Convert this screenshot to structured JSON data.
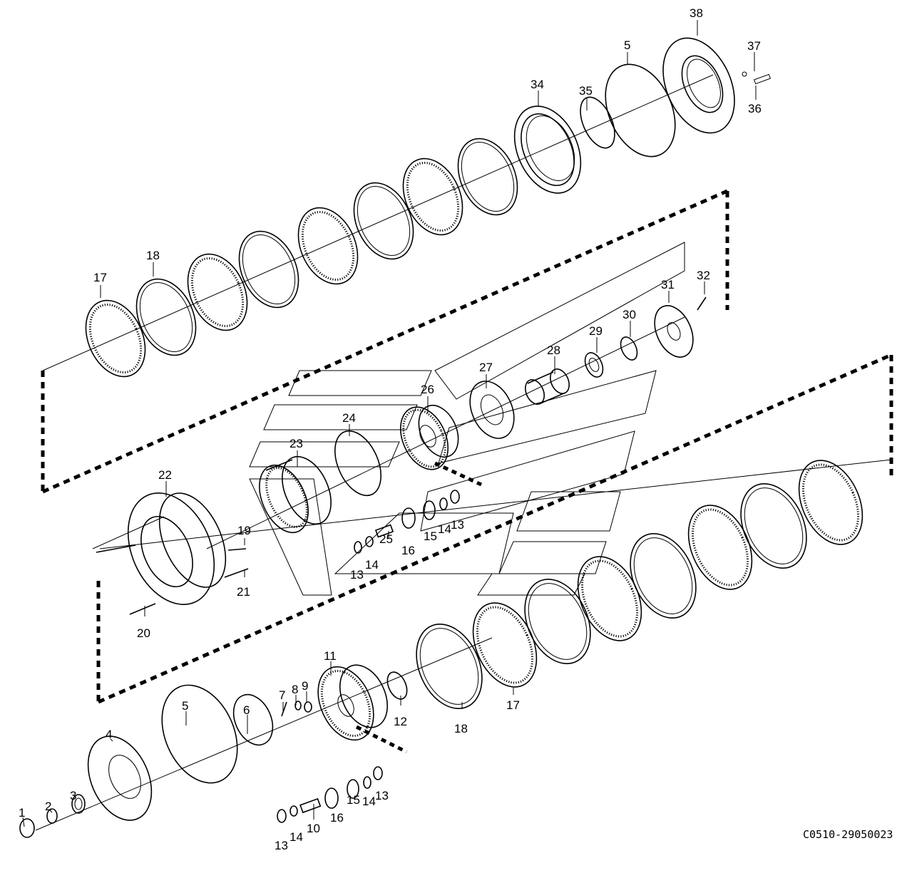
{
  "drawing_code": "C0510-29050023",
  "callouts": [
    {
      "id": "c1",
      "text": "1"
    },
    {
      "id": "c2",
      "text": "2"
    },
    {
      "id": "c3",
      "text": "3"
    },
    {
      "id": "c4",
      "text": "4"
    },
    {
      "id": "c5a",
      "text": "5"
    },
    {
      "id": "c6",
      "text": "6"
    },
    {
      "id": "c7",
      "text": "7"
    },
    {
      "id": "c8",
      "text": "8"
    },
    {
      "id": "c9",
      "text": "9"
    },
    {
      "id": "c10",
      "text": "10"
    },
    {
      "id": "c11",
      "text": "11"
    },
    {
      "id": "c12",
      "text": "12"
    },
    {
      "id": "c13a",
      "text": "13"
    },
    {
      "id": "c14a",
      "text": "14"
    },
    {
      "id": "c16a",
      "text": "16"
    },
    {
      "id": "c15a",
      "text": "15"
    },
    {
      "id": "c14b",
      "text": "14"
    },
    {
      "id": "c13b",
      "text": "13"
    },
    {
      "id": "c18a",
      "text": "18"
    },
    {
      "id": "c17a",
      "text": "17"
    },
    {
      "id": "c20",
      "text": "20"
    },
    {
      "id": "c21",
      "text": "21"
    },
    {
      "id": "c19",
      "text": "19"
    },
    {
      "id": "c22",
      "text": "22"
    },
    {
      "id": "c23",
      "text": "23"
    },
    {
      "id": "c24",
      "text": "24"
    },
    {
      "id": "c25",
      "text": "25"
    },
    {
      "id": "c13c",
      "text": "13"
    },
    {
      "id": "c14c",
      "text": "14"
    },
    {
      "id": "c16b",
      "text": "16"
    },
    {
      "id": "c15b",
      "text": "15"
    },
    {
      "id": "c14d",
      "text": "14"
    },
    {
      "id": "c13d",
      "text": "13"
    },
    {
      "id": "c26",
      "text": "26"
    },
    {
      "id": "c27",
      "text": "27"
    },
    {
      "id": "c28",
      "text": "28"
    },
    {
      "id": "c29",
      "text": "29"
    },
    {
      "id": "c30",
      "text": "30"
    },
    {
      "id": "c31",
      "text": "31"
    },
    {
      "id": "c32",
      "text": "32"
    },
    {
      "id": "c17b",
      "text": "17"
    },
    {
      "id": "c18b",
      "text": "18"
    },
    {
      "id": "c34",
      "text": "34"
    },
    {
      "id": "c35",
      "text": "35"
    },
    {
      "id": "c5b",
      "text": "5"
    },
    {
      "id": "c38",
      "text": "38"
    },
    {
      "id": "c37",
      "text": "37"
    },
    {
      "id": "c36",
      "text": "36"
    }
  ]
}
